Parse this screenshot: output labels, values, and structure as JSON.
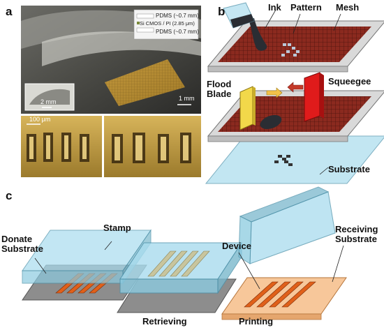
{
  "panels": {
    "a": "a",
    "b": "b",
    "c": "c"
  },
  "panel_a": {
    "layers": [
      "PDMS (~0.7 mm)",
      "Si CMOS / PI (2.85 μm)",
      "PDMS (~0.7 mm)"
    ],
    "inset_scale": "2 mm",
    "main_scale": "1 mm",
    "micro_scale": "100 μm"
  },
  "panel_b": {
    "ink": "Ink",
    "pattern": "Pattern",
    "mesh": "Mesh",
    "flood_blade": "Flood\nBlade",
    "squeegee": "Squeegee",
    "substrate": "Substrate"
  },
  "panel_c": {
    "stamp": "Stamp",
    "donate_substrate": "Donate\nSubstrate",
    "device": "Device",
    "receiving_substrate": "Receiving\nSubstrate",
    "retrieving": "Retrieving",
    "printing": "Printing"
  },
  "colors": {
    "frame": "#d9d9d9",
    "mesh": "#8b2a1f",
    "blade_yellow": "#f2d84a",
    "squeegee_red": "#e01b1b",
    "substrate_blue": "#b8e2f0",
    "stamp_blue": "#a9dcee",
    "device_orange": "#e0601a",
    "receiving_peach": "#f7c79a",
    "gray_substrate": "#8d8d8d"
  }
}
